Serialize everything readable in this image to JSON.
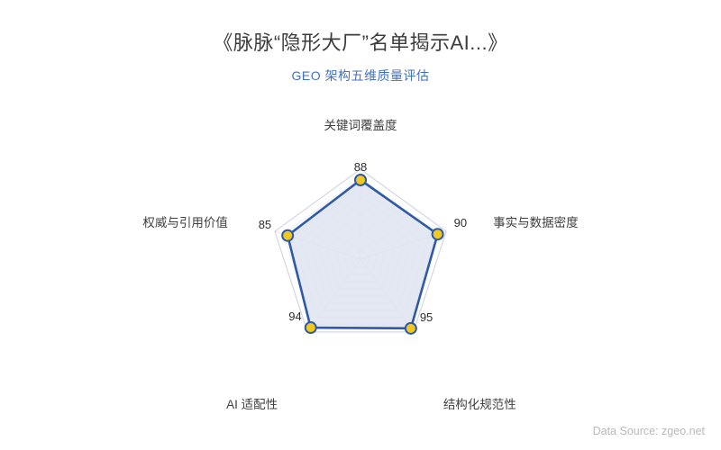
{
  "header": {
    "title": "《脉脉“隐形大厂”名单揭示AI...》",
    "subtitle": "GEO 架构五维质量评估"
  },
  "footer": {
    "source": "Data Source: zgeo.net"
  },
  "colors": {
    "title": "#3c3c3c",
    "subtitle": "#4472b8",
    "line": "#2e5aa8",
    "fill": "#dfe4f1",
    "marker": "#f2c81e",
    "marker_stroke": "#2e5aa8",
    "grid": "#c9cddd",
    "footer": "#b9b9b9"
  },
  "chart_data": {
    "type": "radar",
    "title": "《脉脉“隐形大厂”名单揭示AI...》",
    "subtitle": "GEO 架构五维质量评估",
    "categories": [
      "关键词覆盖度",
      "事实与数据密度",
      "结构化规范性",
      "AI 适配性",
      "权威与引用价值"
    ],
    "values": [
      88,
      90,
      95,
      94,
      85
    ],
    "series": [
      {
        "name": "GEO 架构五维质量评估",
        "values": [
          88,
          90,
          95,
          94,
          85
        ]
      }
    ],
    "point_labels": [
      "88",
      "90",
      "95",
      "94",
      "85"
    ],
    "rmin": 0,
    "rmax": 100,
    "rings": 10,
    "grid": true,
    "legend": false,
    "start_angle_deg": 90,
    "direction": "clockwise"
  },
  "axes": [
    {
      "name": "关键词覆盖度",
      "value": 88,
      "value_text": "88",
      "position": "top"
    },
    {
      "name": "事实与数据密度",
      "value": 90,
      "value_text": "90",
      "position": "right"
    },
    {
      "name": "结构化规范性",
      "value": 95,
      "value_text": "95",
      "position": "bottom-right"
    },
    {
      "name": "AI 适配性",
      "value": 94,
      "value_text": "94",
      "position": "bottom-left"
    },
    {
      "name": "权威与引用价值",
      "value": 85,
      "value_text": "85",
      "position": "left"
    }
  ]
}
